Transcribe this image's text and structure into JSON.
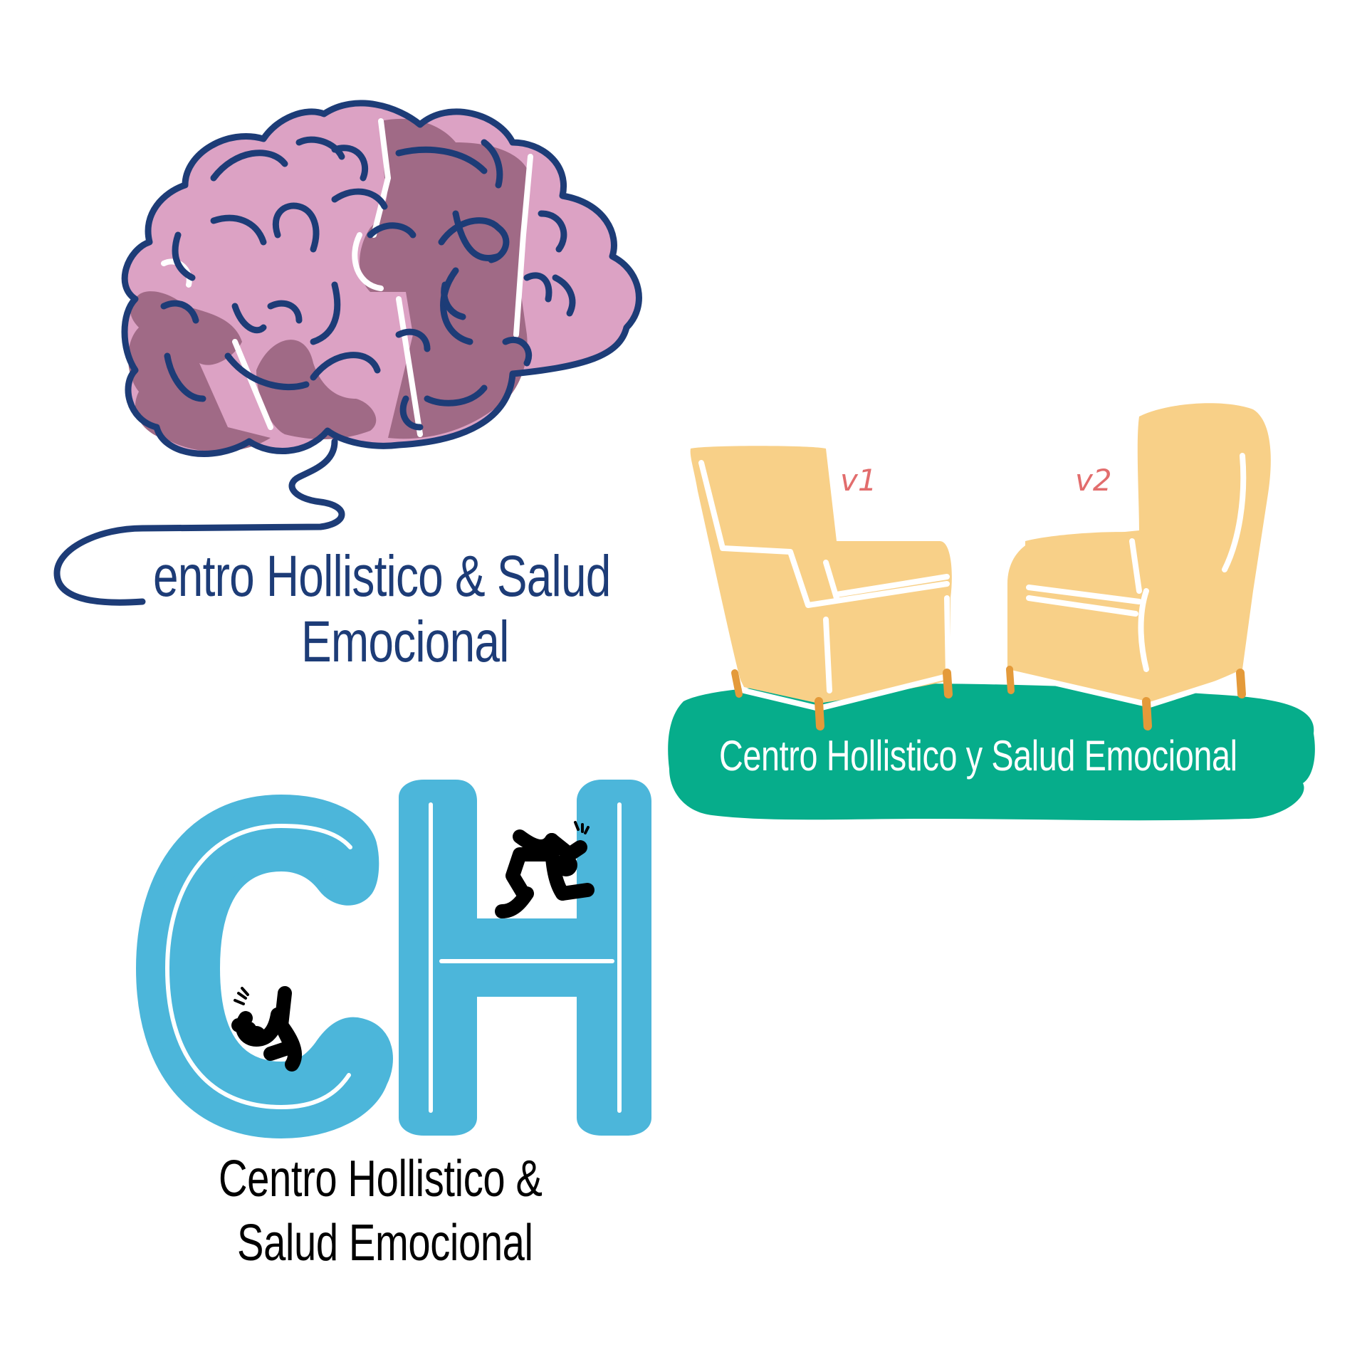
{
  "logos": [
    {
      "id": "brain-logo",
      "icon": "brain-icon",
      "text_line1": "entro Hollistico & Salud",
      "text_line2": "Emocional",
      "colors": {
        "outline": "#1d3c77",
        "light_fill": "#dca2c4",
        "dark_fill": "#a06a86"
      }
    },
    {
      "id": "armchairs-logo",
      "icon": "armchair-icon",
      "text": "Centro Hollistico y Salud Emocional",
      "version_labels": [
        "v1",
        "v2"
      ],
      "colors": {
        "chair": "#f8d088",
        "rug": "#06ad8b",
        "version_label": "#e26d6d",
        "leg": "#e49a3a"
      }
    },
    {
      "id": "ch-logo",
      "monogram": "CH",
      "icon": "climbing-figure-icon",
      "text_line1": "Centro Hollistico &",
      "text_line2": "Salud Emocional",
      "colors": {
        "letter_fill": "#4cb6da",
        "figure": "#000000"
      }
    }
  ]
}
